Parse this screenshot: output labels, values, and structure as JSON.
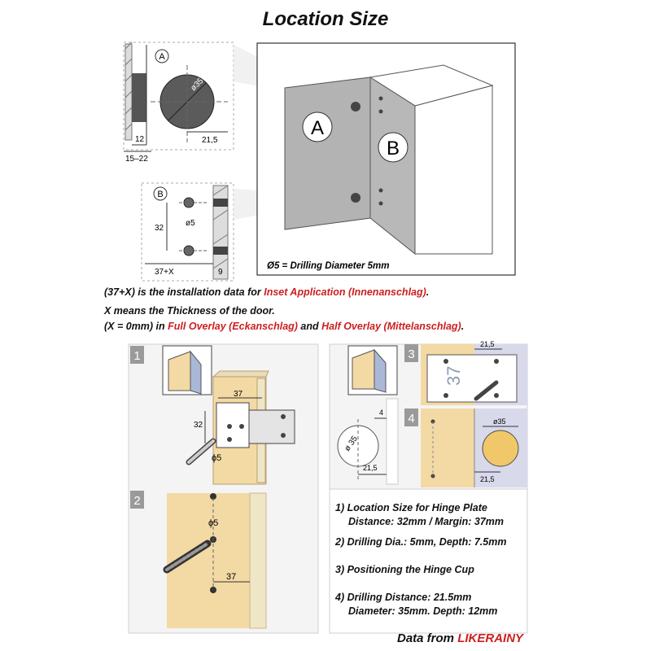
{
  "title": "Location Size",
  "top_diagram": {
    "label_a": "A",
    "label_b": "B",
    "drill_caption": "Ø5 = Drilling Diameter 5mm",
    "detail_a": {
      "label": "A",
      "cup_diameter": "ø35",
      "dim_12": "12",
      "dim_21_5": "21,5",
      "dim_15_22": "15–22"
    },
    "detail_b": {
      "label": "B",
      "dim_32": "32",
      "dim_5": "ø5",
      "dim_37x": "37+X",
      "dim_9": "9"
    }
  },
  "notes": {
    "line1_prefix": "(37+X) is the installation data for ",
    "line1_red": "Inset Application (Innenanschlag)",
    "line1_suffix": ".",
    "line2": "X means the Thickness of the door.",
    "line3_prefix": "(X = 0mm) in ",
    "line3_red1": "Full Overlay (Eckanschlag)",
    "line3_mid": " and ",
    "line3_red2": "Half Overlay (Mittelanschlag)",
    "line3_suffix": "."
  },
  "panels": {
    "p1": {
      "num": "1",
      "dim_37": "37",
      "dim_32": "32",
      "dim_5": "ϕ5"
    },
    "p2": {
      "num": "2",
      "dim_5": "ϕ5",
      "dim_37": "37"
    },
    "p3": {
      "num": "3",
      "dim_21_5": "21,5",
      "dim_37": "37"
    },
    "p4": {
      "num": "4",
      "dim_35": "ø35",
      "dim_21_5": "21,5"
    },
    "left_cup": {
      "dim_4": "4",
      "dim_35": "ø 35",
      "dim_21_5": "21,5"
    }
  },
  "steps": [
    {
      "title": "1) Location Size for Hinge Plate",
      "detail": "Distance: 32mm / Margin: 37mm"
    },
    {
      "title": "2) Drilling Dia.: 5mm, Depth: 7.5mm",
      "detail": ""
    },
    {
      "title": "3) Positioning the Hinge Cup",
      "detail": ""
    },
    {
      "title": "4) Drilling Distance: 21.5mm",
      "detail": "Diameter: 35mm.  Depth: 12mm"
    }
  ],
  "credit": {
    "prefix": "Data from ",
    "brand": "LIKERAINY"
  },
  "colors": {
    "accent_red": "#cc1f1f",
    "panel_gray": "#b3b3b3",
    "wood": "#f3d9a4",
    "num_box": "#9a9a9a"
  }
}
